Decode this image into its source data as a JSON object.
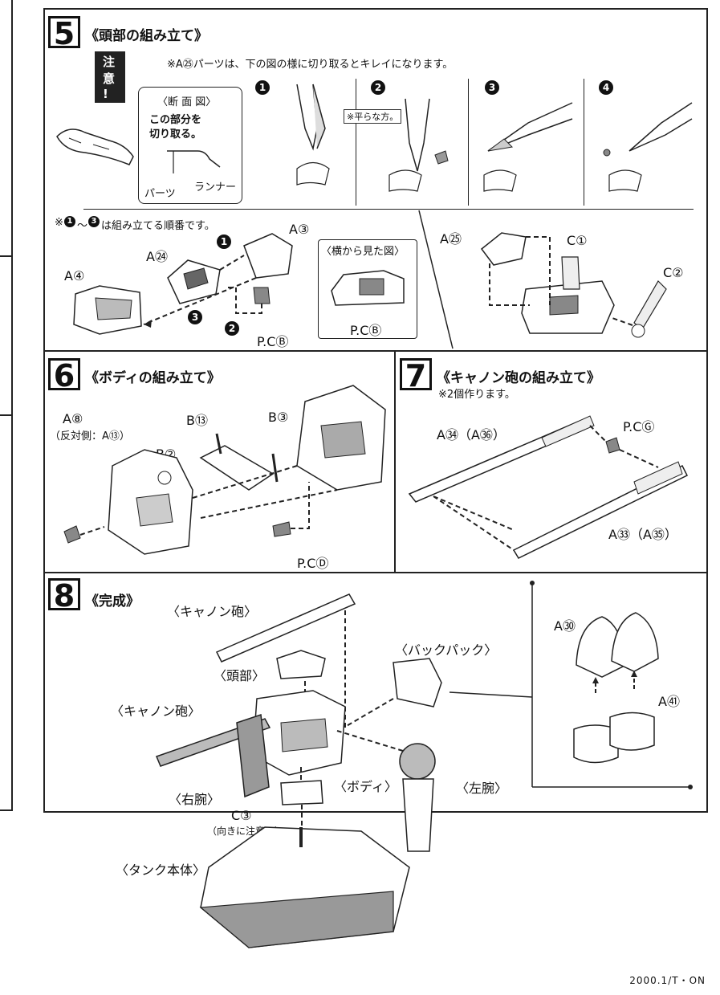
{
  "footer": "2000.1/T・ON",
  "s5": {
    "num": "5",
    "title": "《頭部の組み立て》",
    "caution_label": "注 意 !",
    "caution_text": "※A㉕パーツは、下の図の様に切り取るとキレイになります。",
    "section_view": {
      "title": "〈断 面 図〉",
      "line1": "この部分を",
      "line2": "切り取る。",
      "parts": "パーツ",
      "runner": "ランナー"
    },
    "steps": [
      "1",
      "2",
      "3",
      "4"
    ],
    "flat_note": "※平らな方。",
    "order_note": "は組み立てる順番です。",
    "order_prefix": "※",
    "order_range": "～",
    "labels": {
      "a24": "A㉔",
      "a3": "A③",
      "a4": "A④",
      "pcb": "P.CⒷ",
      "side_view": "〈横から見た図〉",
      "pcb2": "P.CⒷ",
      "a25": "A㉕",
      "c1": "C①",
      "c2": "C②"
    },
    "assembly_steps": [
      "1",
      "2",
      "3"
    ]
  },
  "s6": {
    "num": "6",
    "title": "《ボディの組み立て》",
    "labels": {
      "a8": "A⑧",
      "opposite": "（反対側：A⑬）",
      "b13": "B⑬",
      "b3": "B③",
      "b2": "B②",
      "pcd": "P.CⒹ"
    }
  },
  "s7": {
    "num": "7",
    "title": "《キャノン砲の組み立て》",
    "note": "※2個作ります。",
    "labels": {
      "a34": "A㉞（A㊱）",
      "pcg": "P.CⒼ",
      "a33": "A㉝（A㉟）"
    }
  },
  "s8": {
    "num": "8",
    "title": "《完成》",
    "labels": {
      "cannon_top": "〈キャノン砲〉",
      "head": "〈頭部〉",
      "cannon_left": "〈キャノン砲〉",
      "backpack": "〈バックパック〉",
      "right_arm": "〈右腕〉",
      "body": "〈ボディ〉",
      "left_arm": "〈左腕〉",
      "c3": "C③",
      "c3_note": "（向きに注意！）",
      "tank": "〈タンク本体〉",
      "a30": "A㉚",
      "a41": "A㊶"
    }
  }
}
